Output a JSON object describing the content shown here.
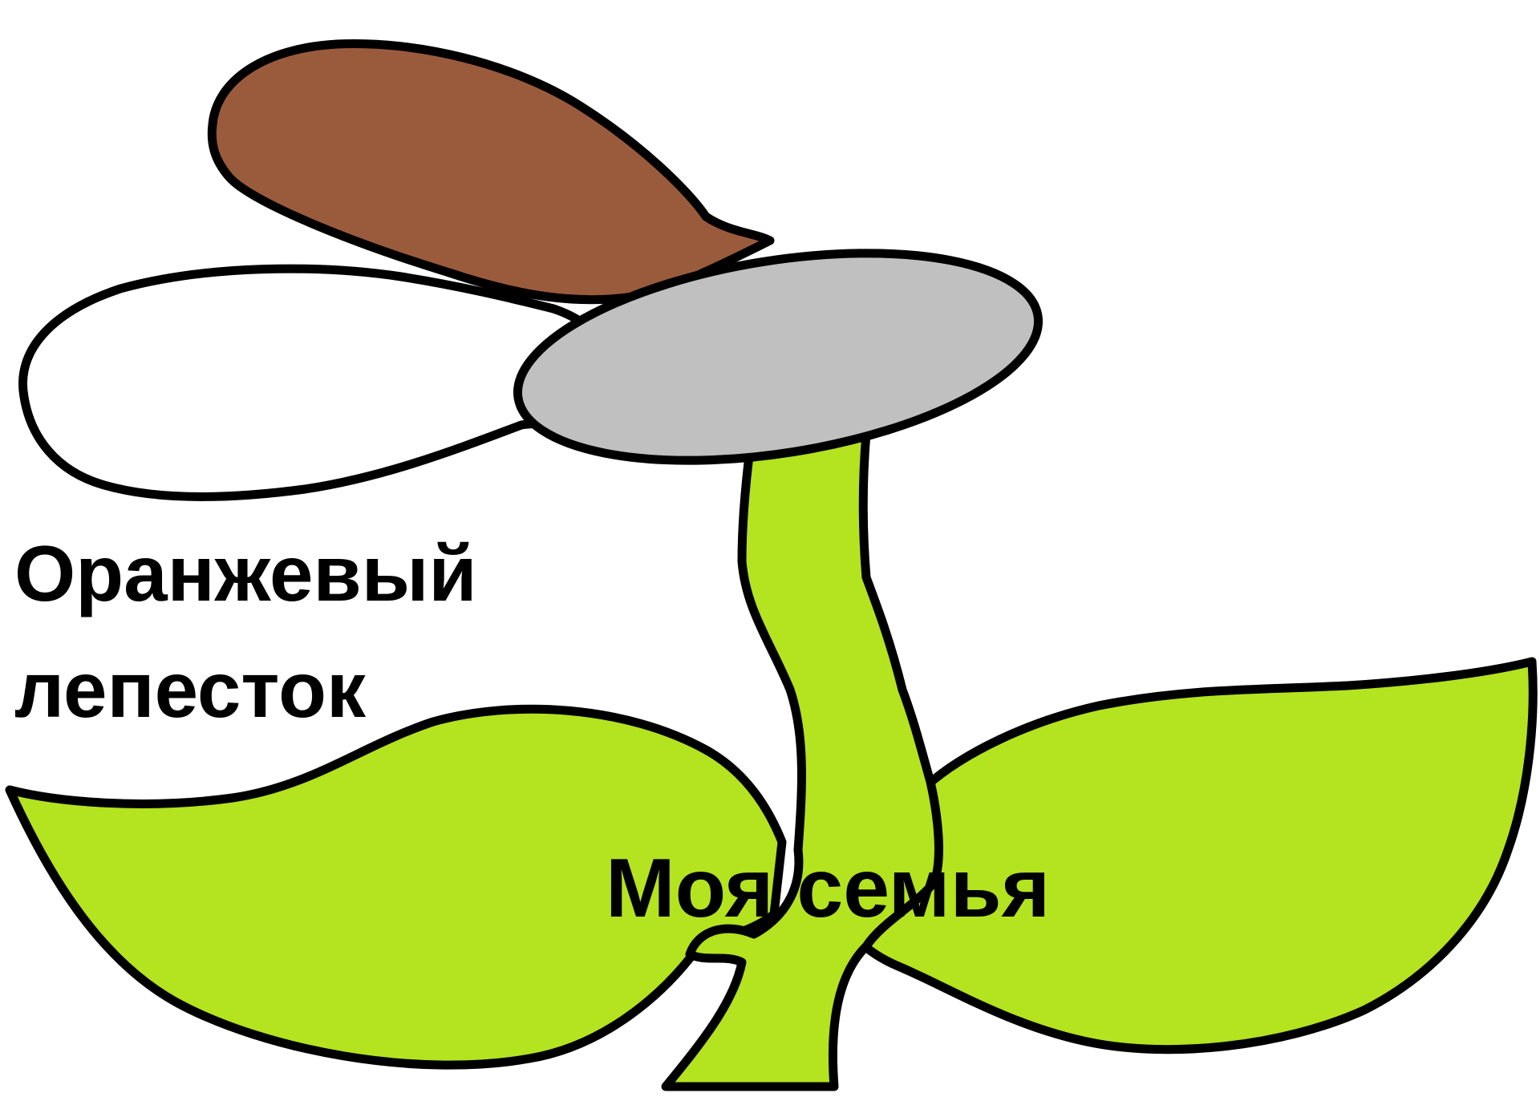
{
  "labels": {
    "petal_line1": "Оранжевый",
    "petal_line2": "лепесток",
    "center": "Моя семья"
  },
  "colors": {
    "background": "#ffffff",
    "outline": "#000000",
    "brown_petal": "#9a5b3c",
    "white_petal": "#ffffff",
    "gray_petal": "#c0c0c0",
    "leaves_and_stem": "#b4e31f"
  },
  "figure": {
    "type": "flower-drawing",
    "parts": [
      "brown-petal",
      "white-petal",
      "gray-petal",
      "stem",
      "left-leaf",
      "right-leaf"
    ]
  }
}
